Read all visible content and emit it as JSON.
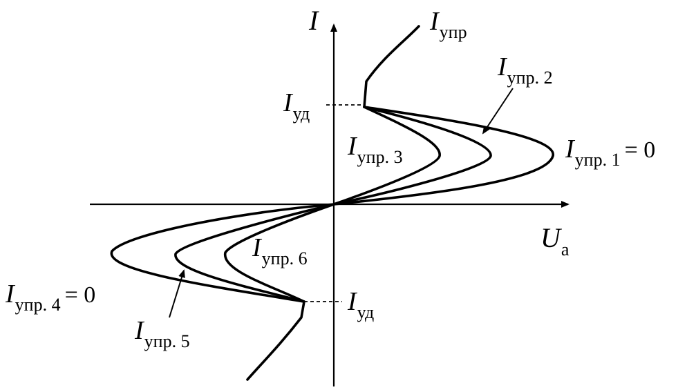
{
  "axes": {
    "y_label": "I",
    "x_label": "U",
    "x_label_sub": "а"
  },
  "labels": {
    "i_upr": {
      "main": "I",
      "sub": "упр",
      "tail": ""
    },
    "i_upr_1": {
      "main": "I",
      "sub": "упр. 1",
      "tail": "= 0"
    },
    "i_upr_2": {
      "main": "I",
      "sub": "упр. 2",
      "tail": ""
    },
    "i_upr_3": {
      "main": "I",
      "sub": "упр. 3",
      "tail": ""
    },
    "i_upr_4": {
      "main": "I",
      "sub": "упр. 4",
      "tail": "= 0"
    },
    "i_upr_5": {
      "main": "I",
      "sub": "упр. 5",
      "tail": ""
    },
    "i_upr_6": {
      "main": "I",
      "sub": "упр. 6",
      "tail": ""
    },
    "i_ud_top": {
      "main": "I",
      "sub": "уд",
      "tail": ""
    },
    "i_ud_bottom": {
      "main": "I",
      "sub": "уд",
      "tail": ""
    }
  }
}
